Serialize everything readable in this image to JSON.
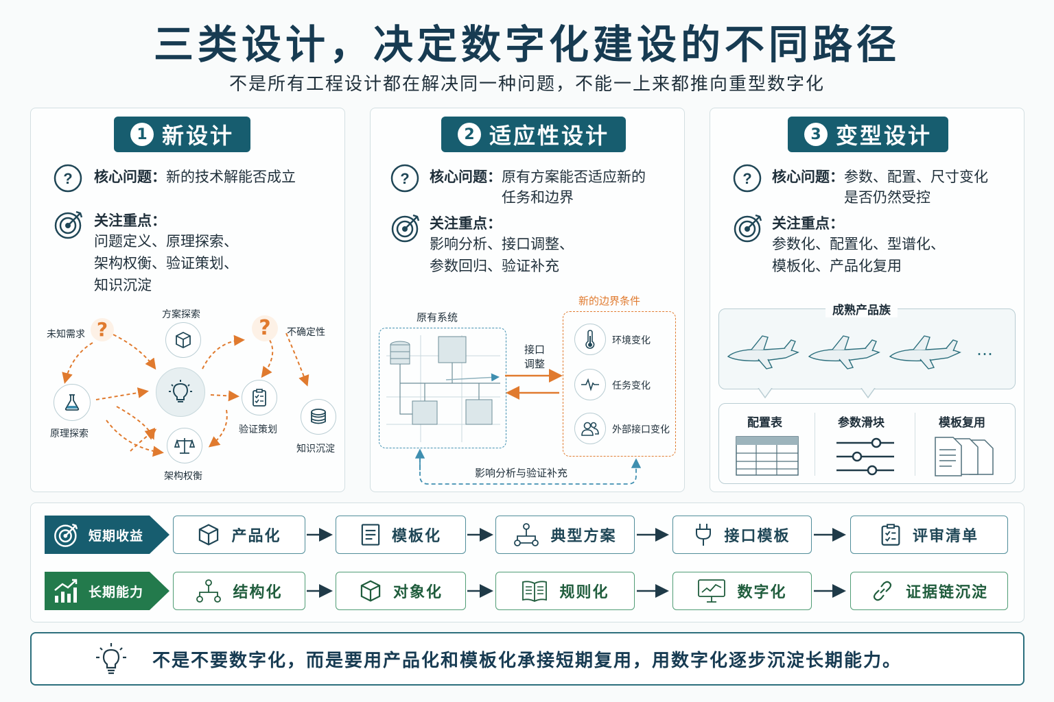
{
  "header": {
    "title": "三类设计，决定数字化建设的不同路径",
    "subtitle": "不是所有工程设计都在解决同一种问题，不能一上来都推向重型数字化"
  },
  "cards": [
    {
      "num": "1",
      "title": "新设计",
      "q_label": "核心问题：",
      "q_text": "新的技术解能否成立",
      "focus_label": "关注重点：",
      "focus_lines": [
        "问题定义、原理探索、",
        "架构权衡、验证策划、",
        "知识沉淀"
      ],
      "diagram": {
        "unknown_need": "未知需求",
        "solution_explore": "方案探索",
        "uncertainty": "不确定性",
        "principle_explore": "原理探索",
        "verification_plan": "验证策划",
        "knowledge": "知识沉淀",
        "arch_tradeoff": "架构权衡"
      }
    },
    {
      "num": "2",
      "title": "适应性设计",
      "q_label": "核心问题：",
      "q_text_lines": [
        "原有方案能否适应新的",
        "任务和边界"
      ],
      "focus_label": "关注重点：",
      "focus_lines": [
        "影响分析、接口调整、",
        "参数回归、验证补充"
      ],
      "diagram": {
        "original_system": "原有系统",
        "new_boundary": "新的边界条件",
        "interface_adjust_lines": [
          "接口",
          "调整"
        ],
        "env_change": "环境变化",
        "task_change": "任务变化",
        "ext_interface_change": "外部接口变化",
        "impact_loop": "影响分析与验证补充"
      }
    },
    {
      "num": "3",
      "title": "变型设计",
      "q_label": "核心问题：",
      "q_text_lines": [
        "参数、配置、尺寸变化",
        "是否仍然受控"
      ],
      "focus_label": "关注重点：",
      "focus_lines": [
        "参数化、配置化、型谱化、",
        "模板化、产品化复用"
      ],
      "diagram": {
        "family_title": "成熟产品族",
        "ellipsis": "…",
        "tools": [
          "配置表",
          "参数滑块",
          "模板复用"
        ]
      }
    }
  ],
  "rows": [
    {
      "label": "短期收益",
      "color": "#175d6f",
      "icon": "target-icon",
      "items": [
        {
          "label": "产品化",
          "icon": "cube-icon"
        },
        {
          "label": "模板化",
          "icon": "template-icon"
        },
        {
          "label": "典型方案",
          "icon": "network-icon"
        },
        {
          "label": "接口模板",
          "icon": "plug-icon"
        },
        {
          "label": "评审清单",
          "icon": "checklist-icon"
        }
      ]
    },
    {
      "label": "长期能力",
      "color": "#237a4c",
      "icon": "growth-chart-icon",
      "items": [
        {
          "label": "结构化",
          "icon": "hierarchy-icon"
        },
        {
          "label": "对象化",
          "icon": "cube-icon"
        },
        {
          "label": "规则化",
          "icon": "book-icon"
        },
        {
          "label": "数字化",
          "icon": "monitor-chart-icon"
        },
        {
          "label": "证据链沉淀",
          "icon": "link-icon"
        }
      ]
    }
  ],
  "conclusion": "不是不要数字化，而是要用产品化和模板化承接短期复用，用数字化逐步沉淀长期能力。"
}
